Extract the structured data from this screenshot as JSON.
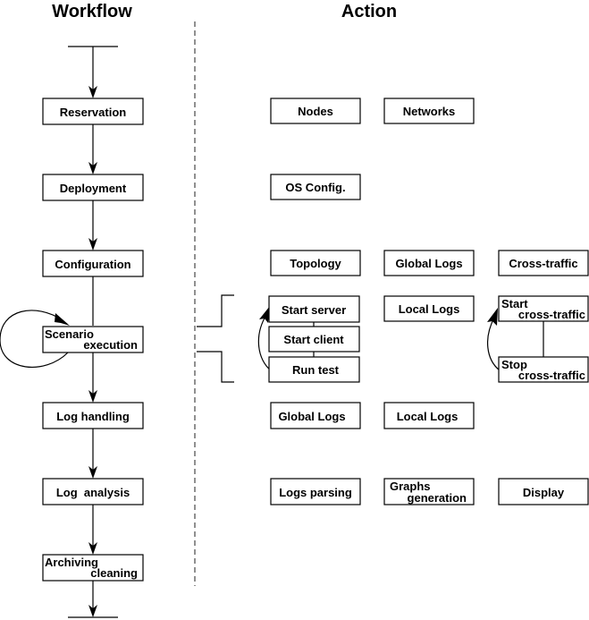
{
  "headers": {
    "workflow": "Workflow",
    "action": "Action"
  },
  "workflow": {
    "reservation": "Reservation",
    "deployment": "Deployment",
    "configuration": "Configuration",
    "scenario_line1": "Scenario",
    "scenario_line2": "execution",
    "log_handling": "Log handling",
    "log_analysis": "Log  analysis",
    "archiving_line1": "Archiving",
    "archiving_line2": "cleaning"
  },
  "actions": {
    "nodes": "Nodes",
    "networks": "Networks",
    "os_config": "OS Config.",
    "topology": "Topology",
    "global_logs_config": "Global Logs",
    "cross_traffic": "Cross-traffic",
    "start_server": "Start server",
    "start_client": "Start client",
    "run_test": "Run test",
    "local_logs_scenario": "Local Logs",
    "start_ct_line1": "Start",
    "start_ct_line2": "cross-traffic",
    "stop_ct_line1": "Stop",
    "stop_ct_line2": "cross-traffic",
    "global_logs": "Global Logs",
    "local_logs": "Local Logs",
    "logs_parsing": "Logs parsing",
    "graphs_line1": "Graphs",
    "graphs_line2": "generation",
    "display": "Display"
  }
}
